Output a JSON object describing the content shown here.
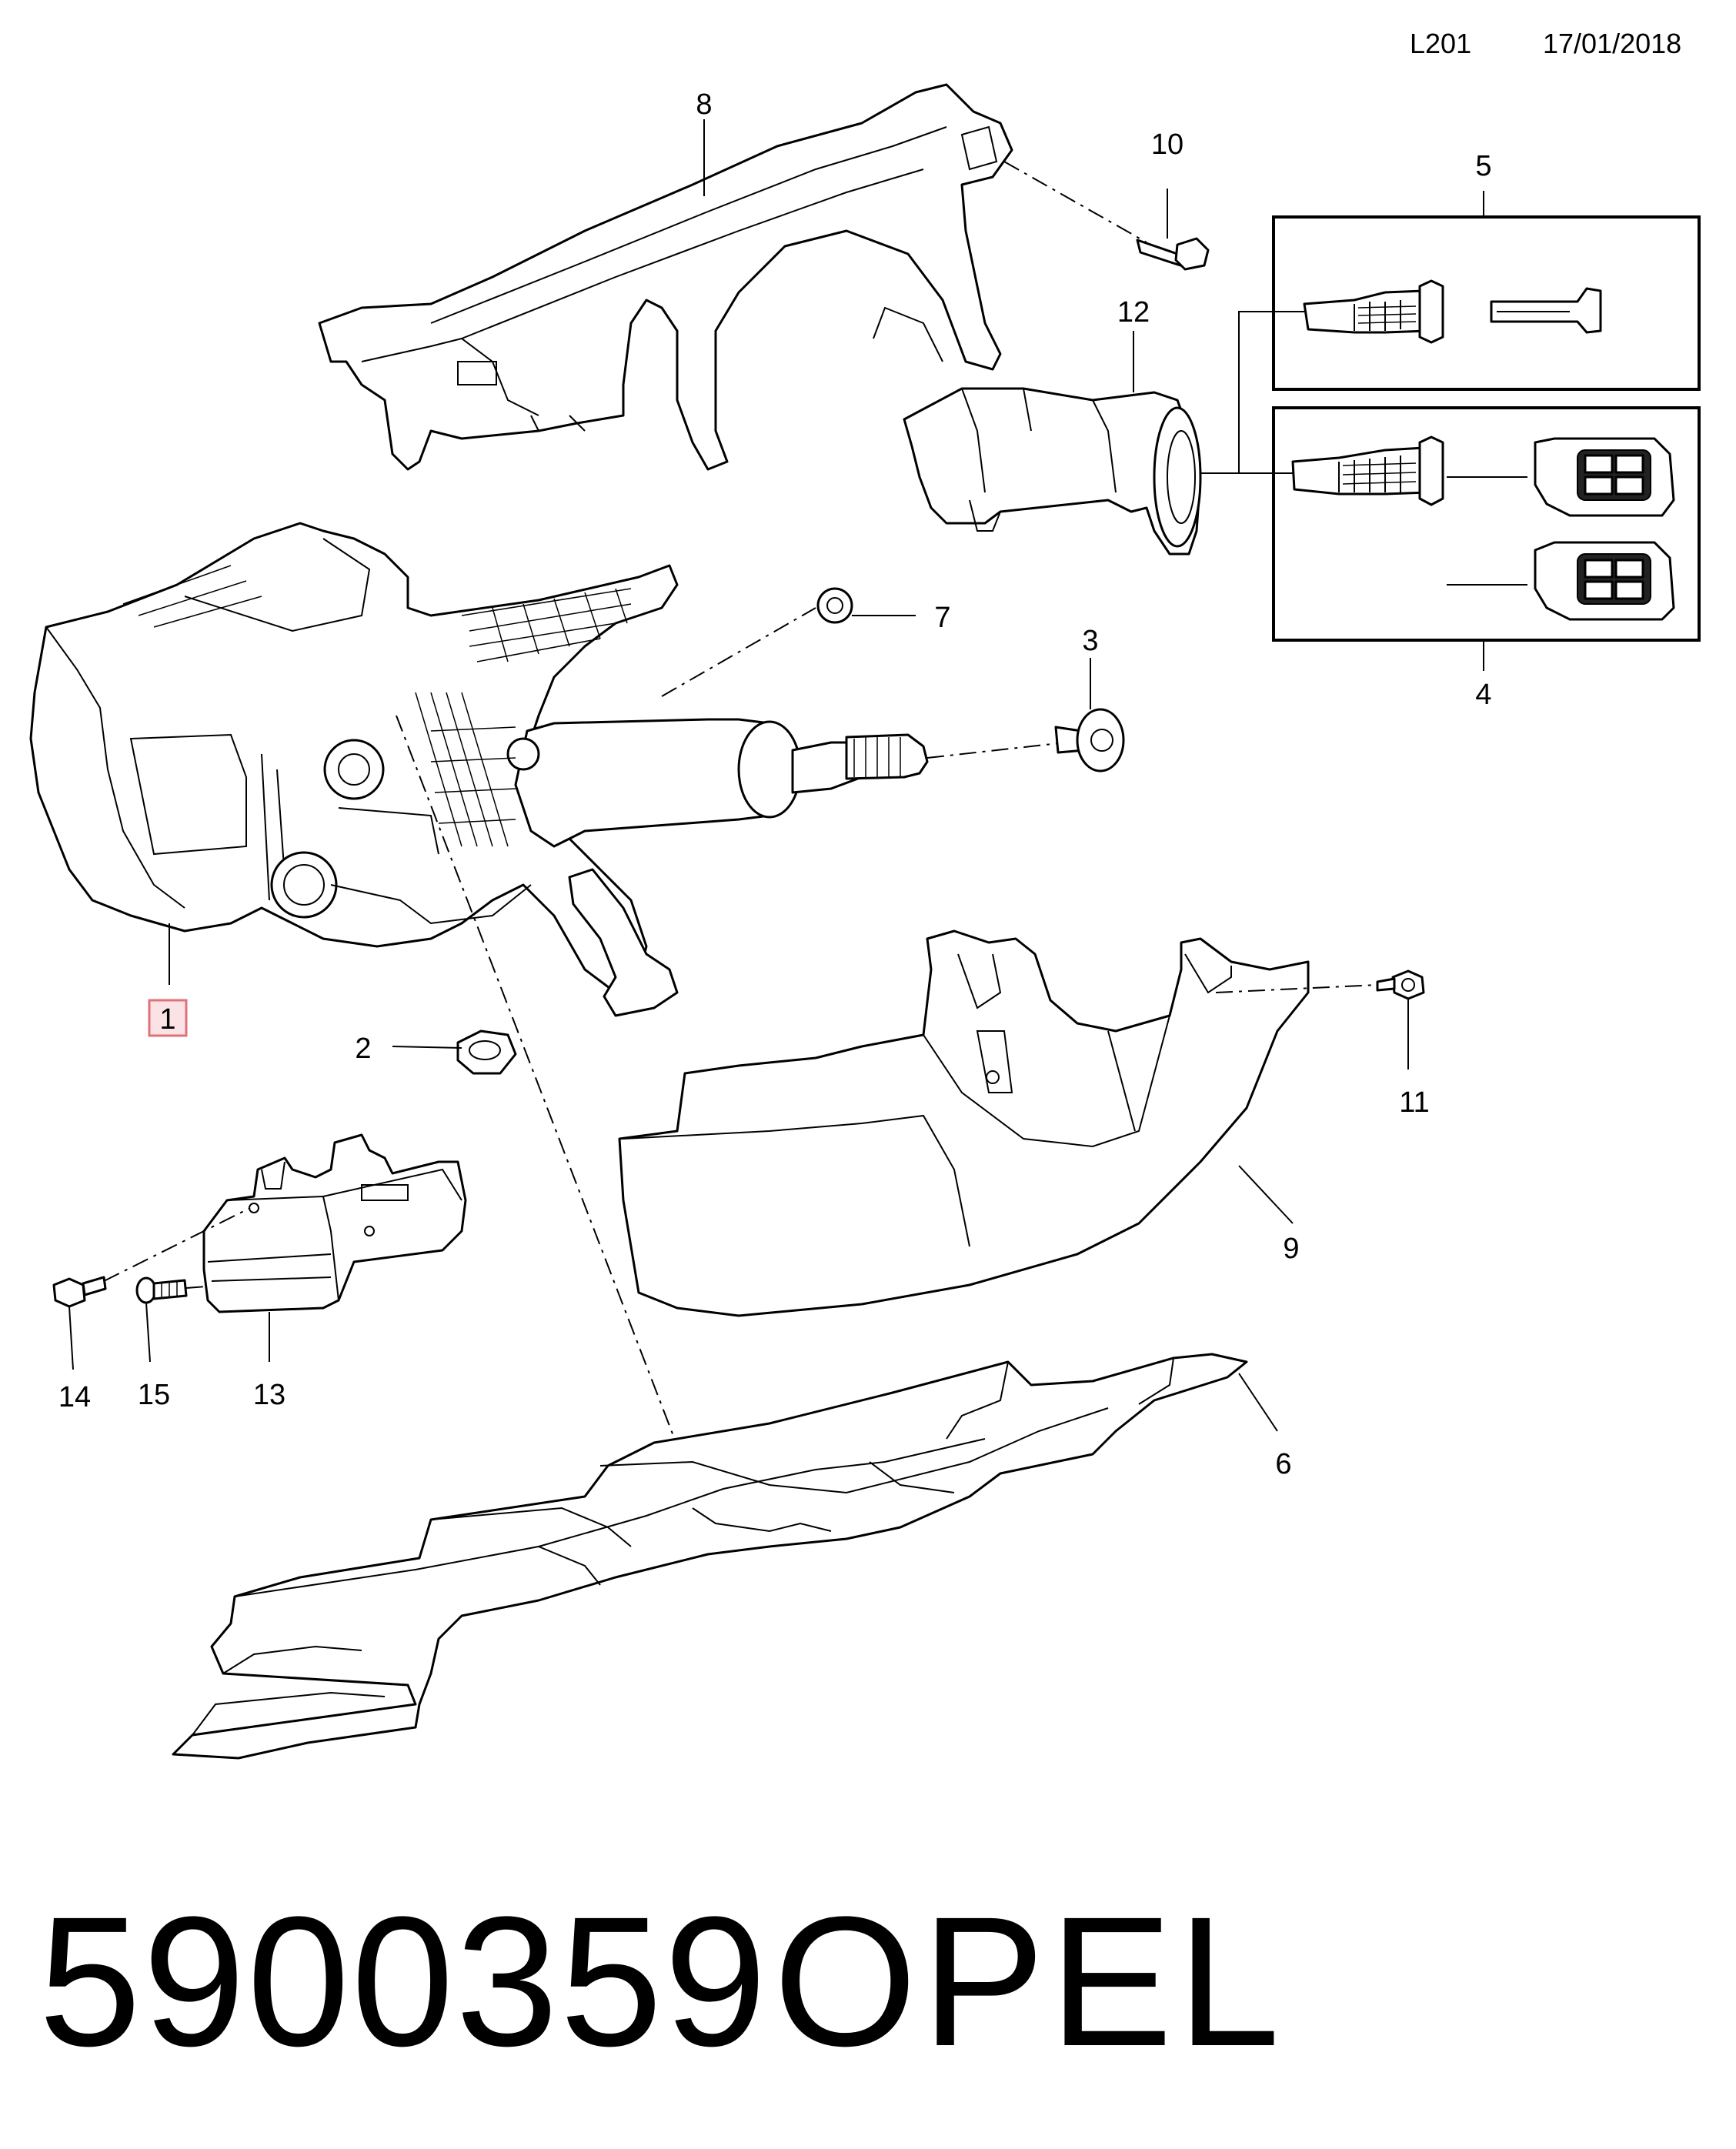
{
  "header": {
    "reference": "L201",
    "date": "17/01/2018"
  },
  "callouts": [
    {
      "id": "1",
      "label": "1",
      "highlighted": true
    },
    {
      "id": "2",
      "label": "2"
    },
    {
      "id": "3",
      "label": "3"
    },
    {
      "id": "4",
      "label": "4"
    },
    {
      "id": "5",
      "label": "5"
    },
    {
      "id": "6",
      "label": "6"
    },
    {
      "id": "7",
      "label": "7"
    },
    {
      "id": "8",
      "label": "8"
    },
    {
      "id": "9",
      "label": "9"
    },
    {
      "id": "10",
      "label": "10"
    },
    {
      "id": "11",
      "label": "11"
    },
    {
      "id": "12",
      "label": "12"
    },
    {
      "id": "13",
      "label": "13"
    },
    {
      "id": "14",
      "label": "14"
    },
    {
      "id": "15",
      "label": "15"
    }
  ],
  "highlight_color": "#e0707a",
  "highlight_fill": "#fbe3e5",
  "footer": {
    "part_number": "5900359",
    "brand": "OPEL"
  }
}
